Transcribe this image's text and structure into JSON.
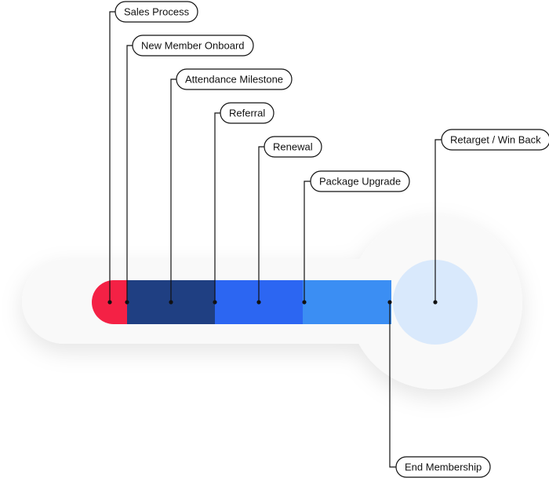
{
  "stages": [
    {
      "id": "sales-process",
      "label": "Sales Process",
      "color": "#F42145"
    },
    {
      "id": "new-member-onboard",
      "label": "New Member Onboard",
      "color": "#1F3F82"
    },
    {
      "id": "attendance-milestone",
      "label": "Attendance Milestone",
      "color": "#1F3F82"
    },
    {
      "id": "referral",
      "label": "Referral",
      "color": "#2C66F2"
    },
    {
      "id": "renewal",
      "label": "Renewal",
      "color": "#2C66F2"
    },
    {
      "id": "package-upgrade",
      "label": "Package Upgrade",
      "color": "#3B8EF3"
    },
    {
      "id": "end-membership",
      "label": "End Membership",
      "color": "#3B8EF3"
    },
    {
      "id": "retarget-win-back",
      "label": "Retarget / Win Back",
      "color": "#D9E9FC"
    }
  ],
  "colors": {
    "background_shape": "#F9F9F9",
    "label_border": "#111111",
    "connector": "#111111"
  }
}
